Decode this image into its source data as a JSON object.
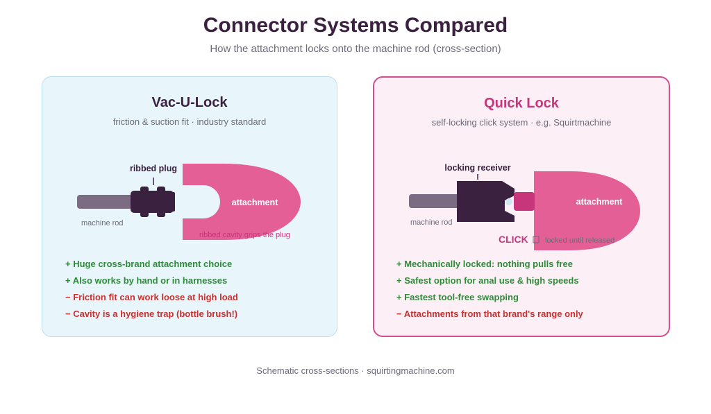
{
  "header": {
    "title": "Connector Systems Compared",
    "subtitle": "How the attachment locks onto the machine rod (cross-section)"
  },
  "left_panel": {
    "title": "Vac-U-Lock",
    "subtitle": "friction & suction fit · industry standard",
    "labels": {
      "plug": "ribbed plug",
      "attachment": "attachment",
      "rod": "machine rod",
      "cavity": "ribbed cavity grips the plug"
    },
    "bullets": [
      {
        "kind": "pro",
        "text": "+ Huge cross-brand attachment choice"
      },
      {
        "kind": "pro",
        "text": "+ Also works by hand or in harnesses"
      },
      {
        "kind": "con",
        "text": "− Friction fit can work loose at high load"
      },
      {
        "kind": "con",
        "text": "− Cavity is a hygiene trap (bottle brush!)"
      }
    ]
  },
  "right_panel": {
    "title": "Quick Lock",
    "subtitle": "self-locking click system · e.g. Squirtmachine",
    "labels": {
      "receiver": "locking receiver",
      "attachment": "attachment",
      "rod": "machine rod",
      "click": "CLICK",
      "click_note": "locked until released"
    },
    "bullets": [
      {
        "kind": "pro",
        "text": "+ Mechanically locked: nothing pulls free"
      },
      {
        "kind": "pro",
        "text": "+ Safest option for anal use & high speeds"
      },
      {
        "kind": "pro",
        "text": "+ Fastest tool-free swapping"
      },
      {
        "kind": "con",
        "text": "− Attachments from that brand's range only"
      }
    ]
  },
  "footer": {
    "text": "Schematic cross-sections · squirtingmachine.com"
  },
  "colors": {
    "title": "#3b2140",
    "accent": "#c7367a",
    "attachment": "#e35f96",
    "rod": "#7b6b83",
    "plug": "#3b2140",
    "pro": "#2f8a3a",
    "con": "#c8302e"
  }
}
